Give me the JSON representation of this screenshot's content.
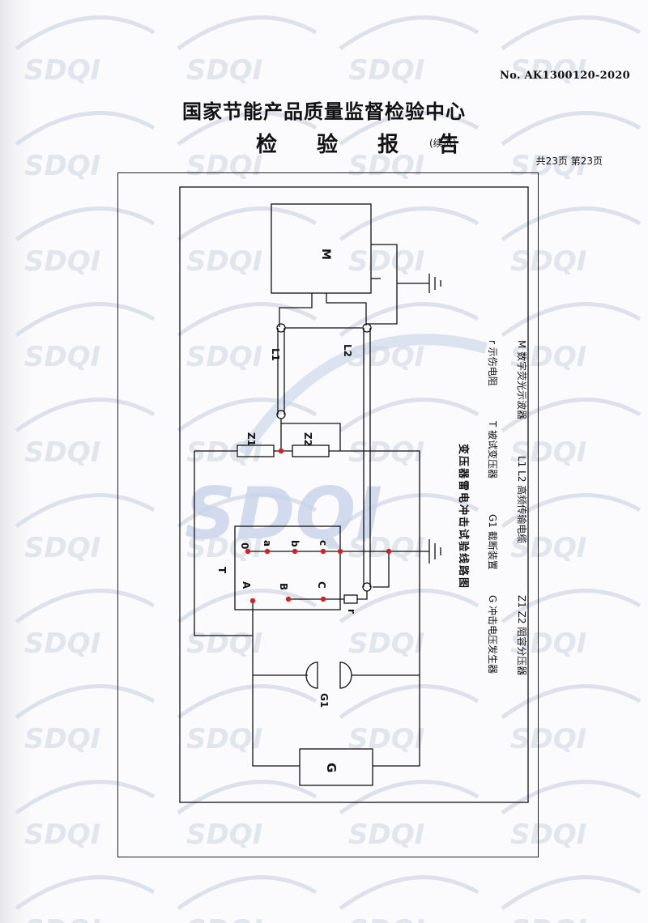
{
  "header": {
    "report_no": "No. AK1300120-2020",
    "center_name": "国家节能产品质量监督检验中心",
    "report_title": "检 验 报 告",
    "continuation": "(续页)",
    "page_count": "共23页  第23页"
  },
  "watermark": {
    "text": "SDQI"
  },
  "diagram": {
    "caption": "变压器雷电冲击试验线路图",
    "labels": {
      "M": "M",
      "L1": "L1",
      "L2": "L2",
      "Z1": "Z1",
      "Z2": "Z2",
      "T": "T",
      "t0": "0",
      "ta": "a",
      "tb": "b",
      "tc": "c",
      "TA": "A",
      "TB": "B",
      "TC": "C",
      "r": "r",
      "G1": "G1",
      "G": "G"
    },
    "legend": [
      "G  冲击电压发生器",
      "G1  截断装置",
      "T  被试变压器",
      "r  示伤电阻",
      "Z1 Z2  阻容分压器",
      "L1 L2  高频传输电缆",
      "M  数字荧光示波器"
    ]
  }
}
